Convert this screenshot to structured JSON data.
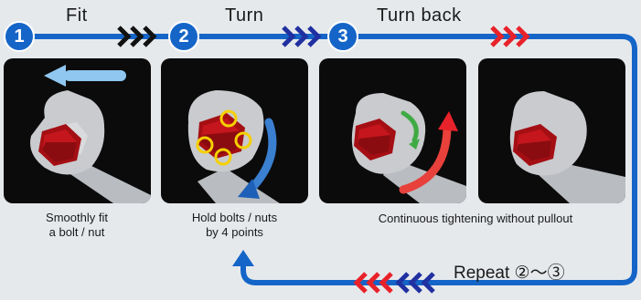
{
  "steps": [
    {
      "number": "1",
      "label": "Fit"
    },
    {
      "number": "2",
      "label": "Turn"
    },
    {
      "number": "3",
      "label": "Turn back"
    }
  ],
  "captions": {
    "fit_line1": "Smoothly fit",
    "fit_line2": "a bolt / nut",
    "hold_line1": "Hold bolts / nuts",
    "hold_line2": "by 4 points",
    "continuous": "Continuous tightening without pullout"
  },
  "repeat_text": "Repeat ②〜③",
  "colors": {
    "flow_line": "#1565c8",
    "badge": "#1565c8",
    "chevron_black": "#111111",
    "chevron_blue": "#2030a0",
    "chevron_red": "#e8222a",
    "panel_bg": "#0b0b0b",
    "nut_red": "#c4161c",
    "marker_yellow": "#f5d000",
    "background": "#e6e9ec"
  },
  "icons": [
    "chevron-right-icon",
    "chevron-left-icon",
    "arrow-left-icon",
    "curved-arrow-icon"
  ]
}
